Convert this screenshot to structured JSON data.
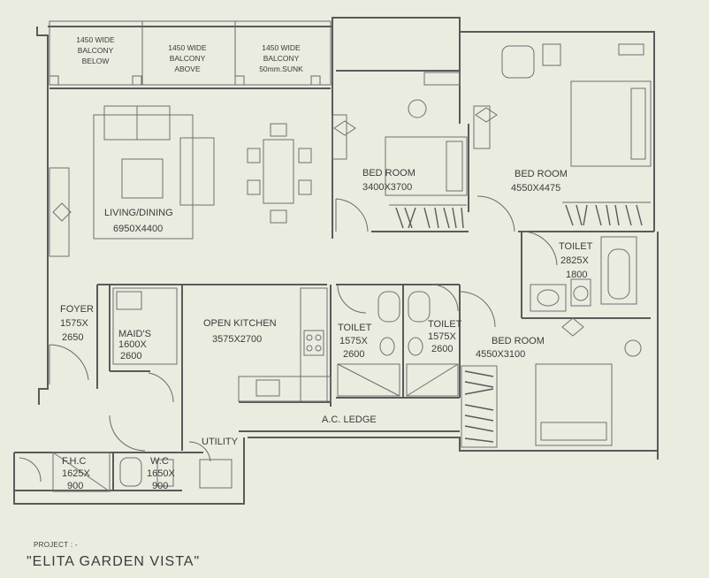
{
  "project": {
    "label": "PROJECT : -",
    "name": "\"ELITA GARDEN VISTA\""
  },
  "balconies": [
    {
      "lines": [
        "1450 WIDE",
        "BALCONY",
        "BELOW"
      ]
    },
    {
      "lines": [
        "1450 WIDE",
        "BALCONY",
        "ABOVE"
      ]
    },
    {
      "lines": [
        "1450 WIDE",
        "BALCONY",
        "50mm.SUNK"
      ]
    }
  ],
  "rooms": {
    "living": {
      "name": "LIVING/DINING",
      "size": "6950X4400"
    },
    "bed1": {
      "name": "BED ROOM",
      "size": "3400X3700"
    },
    "bed2": {
      "name": "BED ROOM",
      "size": "4550X4475"
    },
    "toilet1": {
      "name": "TOILET",
      "size1": "2825X",
      "size2": "1800"
    },
    "foyer": {
      "name": "FOYER",
      "size1": "1575X",
      "size2": "2650"
    },
    "maids": {
      "name": "MAID'S",
      "size1": "1600X",
      "size2": "2600"
    },
    "kitchen": {
      "name": "OPEN KITCHEN",
      "size": "3575X2700"
    },
    "toilet2": {
      "name": "TOILET",
      "size1": "1575X",
      "size2": "2600"
    },
    "toilet3": {
      "name": "TOILET",
      "size1": "1575X",
      "size2": "2600"
    },
    "bed3": {
      "name": "BED ROOM",
      "size": "4550X3100"
    },
    "acledge": {
      "name": "A.C. LEDGE"
    },
    "utility": {
      "name": "UTILITY"
    },
    "fhc": {
      "name": "F.H.C",
      "size1": "1625X",
      "size2": "900"
    },
    "wc": {
      "name": "W.C",
      "size1": "1650X",
      "size2": "900"
    }
  }
}
